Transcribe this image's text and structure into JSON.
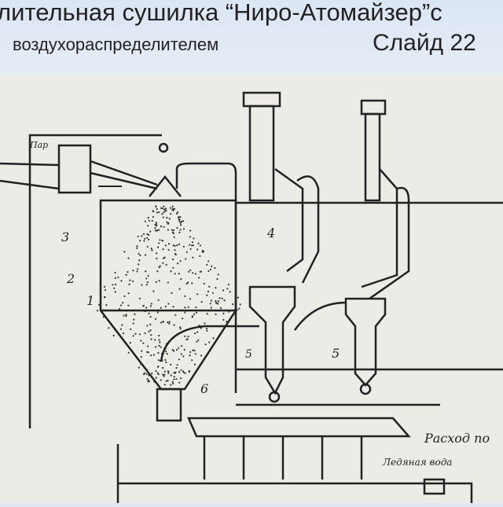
{
  "header": {
    "title": "лительная сушилка “Ниро-Атомайзер”с",
    "subtitle": "воздухораспределителем",
    "slide_label": "Слайд 22"
  },
  "diagram": {
    "labels": {
      "steam": "Пар",
      "n1": "1",
      "n2": "2",
      "n3": "3",
      "n4": "4",
      "n5a": "5",
      "n5b": "5",
      "n6": "6",
      "consumption": "Расход по",
      "ice_water": "Ледяная вода"
    }
  }
}
